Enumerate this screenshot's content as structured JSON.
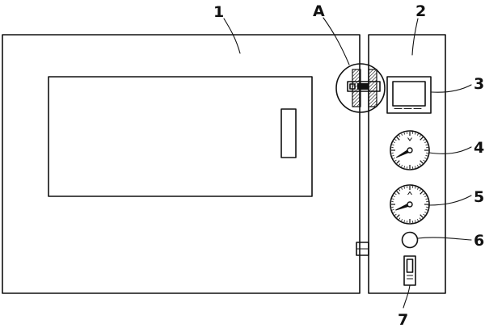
{
  "colors": {
    "line": "#111111",
    "background": "#ffffff"
  },
  "labels": {
    "main_body": "1",
    "control_panel": "2",
    "display_screen": "3",
    "upper_gauge": "4",
    "lower_gauge": "5",
    "knob": "6",
    "switch": "7",
    "detail": "A"
  }
}
